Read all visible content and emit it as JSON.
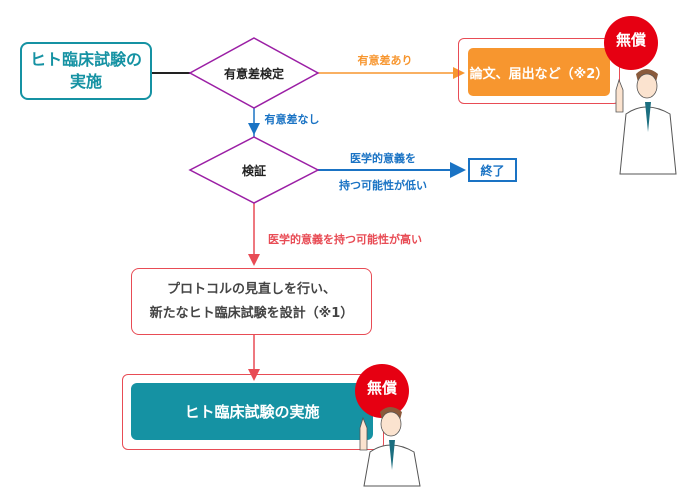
{
  "start_box": {
    "line1": "ヒト臨床試験の",
    "line2": "実施"
  },
  "decision1": {
    "label": "有意差検定"
  },
  "branch_yes": {
    "label": "有意差あり"
  },
  "result_box": {
    "label": "論文、届出など（※2）"
  },
  "branch_no": {
    "label": "有意差なし"
  },
  "decision2": {
    "label": "検証"
  },
  "branch_low": {
    "line1": "医学的意義を",
    "line2": "持つ可能性が低い"
  },
  "end_box": {
    "label": "終了"
  },
  "branch_high": {
    "label": "医学的意義を持つ可能性が高い"
  },
  "protocol_box": {
    "line1": "プロトコルの見直しを行い、",
    "line2": "新たなヒト臨床試験を設計（※1）"
  },
  "final_box": {
    "label": "ヒト臨床試験の実施"
  },
  "badges": [
    "無償",
    "無償"
  ],
  "colors": {
    "teal": "#1592a3",
    "purple": "#9b1fa5",
    "orange": "#f7962f",
    "blue": "#1a73c4",
    "red": "#e84c55",
    "badge": "#e60012"
  }
}
